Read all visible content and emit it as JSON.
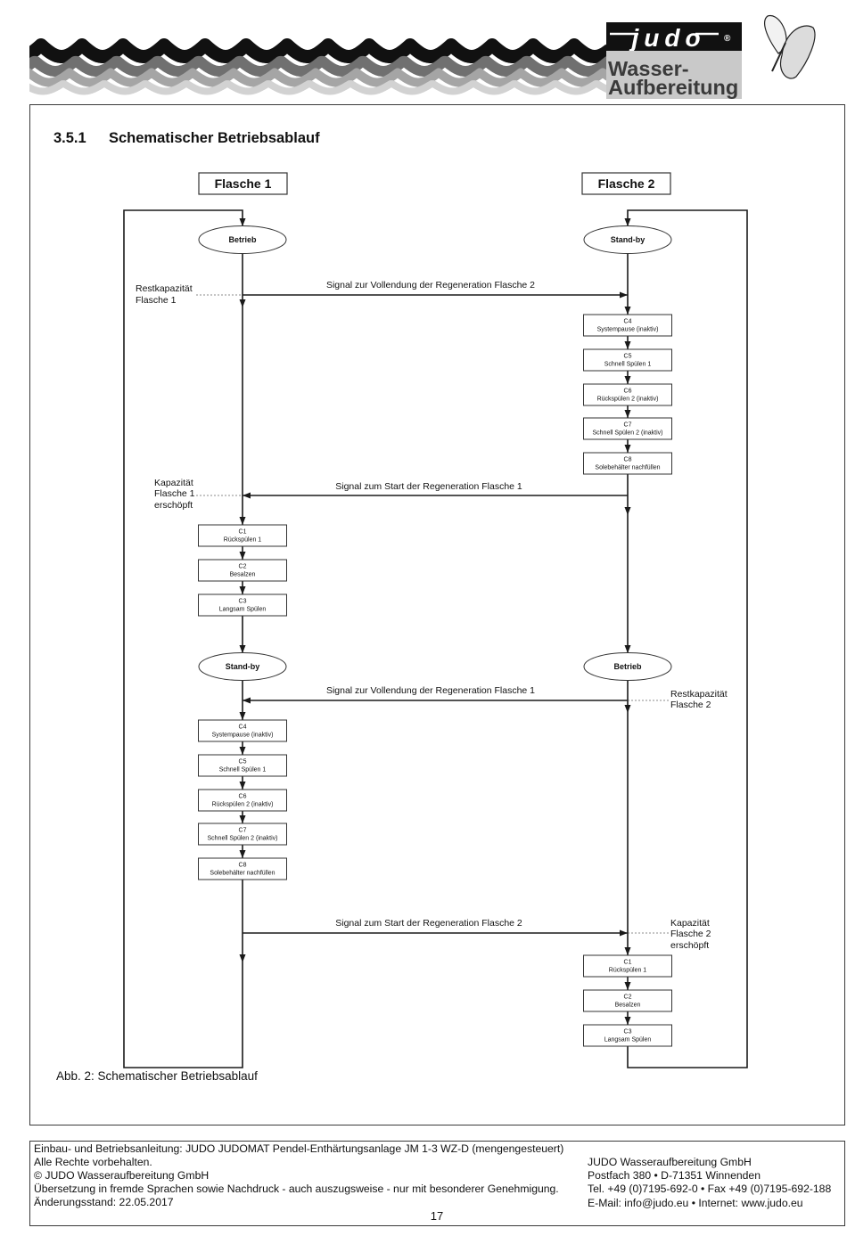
{
  "header": {
    "logo_text": "judo",
    "logo_registered": "®",
    "brand_line1": "Wasser-",
    "brand_line2": "Aufbereitung",
    "colors": {
      "logo_black": "#111111",
      "brand_gray": "#c9c9c9",
      "brand_text": "#3a3a3a"
    }
  },
  "section": {
    "number": "3.5.1",
    "title": "Schematischer Betriebsablauf"
  },
  "diagram": {
    "column_left": "Flasche 1",
    "column_right": "Flasche 2",
    "phase1": {
      "left_state": "Betrieb",
      "right_state": "Stand-by",
      "signal_completion": "Signal zur Vollendung der Regeneration Flasche 2",
      "note_residual": [
        "Restkapazität",
        "Flasche 1"
      ],
      "right_steps": [
        {
          "code": "C4",
          "label": "Systempause (inaktiv)"
        },
        {
          "code": "C5",
          "label": "Schnell Spülen 1"
        },
        {
          "code": "C6",
          "label": "Rückspülen 2 (inaktiv)"
        },
        {
          "code": "C7",
          "label": "Schnell Spülen 2 (inaktiv)"
        },
        {
          "code": "C8",
          "label": "Solebehälter nachfüllen"
        }
      ],
      "signal_start": "Signal zum Start der Regeneration Flasche 1",
      "note_exhausted": [
        "Kapazität",
        "Flasche 1",
        "erschöpft"
      ],
      "left_steps": [
        {
          "code": "C1",
          "label": "Rückspülen 1"
        },
        {
          "code": "C2",
          "label": "Besalzen"
        },
        {
          "code": "C3",
          "label": "Langsam Spülen"
        }
      ]
    },
    "phase2": {
      "left_state": "Stand-by",
      "right_state": "Betrieb",
      "signal_completion": "Signal zur Vollendung der Regeneration Flasche 1",
      "note_residual": [
        "Restkapazität",
        "Flasche 2"
      ],
      "left_steps": [
        {
          "code": "C4",
          "label": "Systempause (inaktiv)"
        },
        {
          "code": "C5",
          "label": "Schnell Spülen 1"
        },
        {
          "code": "C6",
          "label": "Rückspülen 2 (inaktiv)"
        },
        {
          "code": "C7",
          "label": "Schnell Spülen 2 (inaktiv)"
        },
        {
          "code": "C8",
          "label": "Solebehälter nachfüllen"
        }
      ],
      "signal_start": "Signal zum Start der Regeneration Flasche 2",
      "note_exhausted": [
        "Kapazität",
        "Flasche 2",
        "erschöpft"
      ],
      "right_steps": [
        {
          "code": "C1",
          "label": "Rückspülen 1"
        },
        {
          "code": "C2",
          "label": "Besalzen"
        },
        {
          "code": "C3",
          "label": "Langsam Spülen"
        }
      ]
    }
  },
  "caption": "Abb. 2: Schematischer Betriebsablauf",
  "footer": {
    "left_lines": [
      "Einbau- und Betriebsanleitung: JUDO JUDOMAT Pendel-Enthärtungsanlage JM 1-3 WZ-D (mengengesteuert)",
      "Alle Rechte vorbehalten.",
      "© JUDO Wasseraufbereitung GmbH",
      "Übersetzung in fremde Sprachen sowie Nachdruck - auch auszugsweise - nur mit besonderer Genehmigung.",
      "Änderungsstand: 22.05.2017"
    ],
    "right_lines": [
      "JUDO Wasseraufbereitung GmbH",
      "Postfach 380 • D-71351 Winnenden",
      "Tel. +49 (0)7195-692-0 • Fax +49 (0)7195-692-188",
      "E-Mail: info@judo.eu • Internet: www.judo.eu"
    ],
    "page_number": "17"
  }
}
